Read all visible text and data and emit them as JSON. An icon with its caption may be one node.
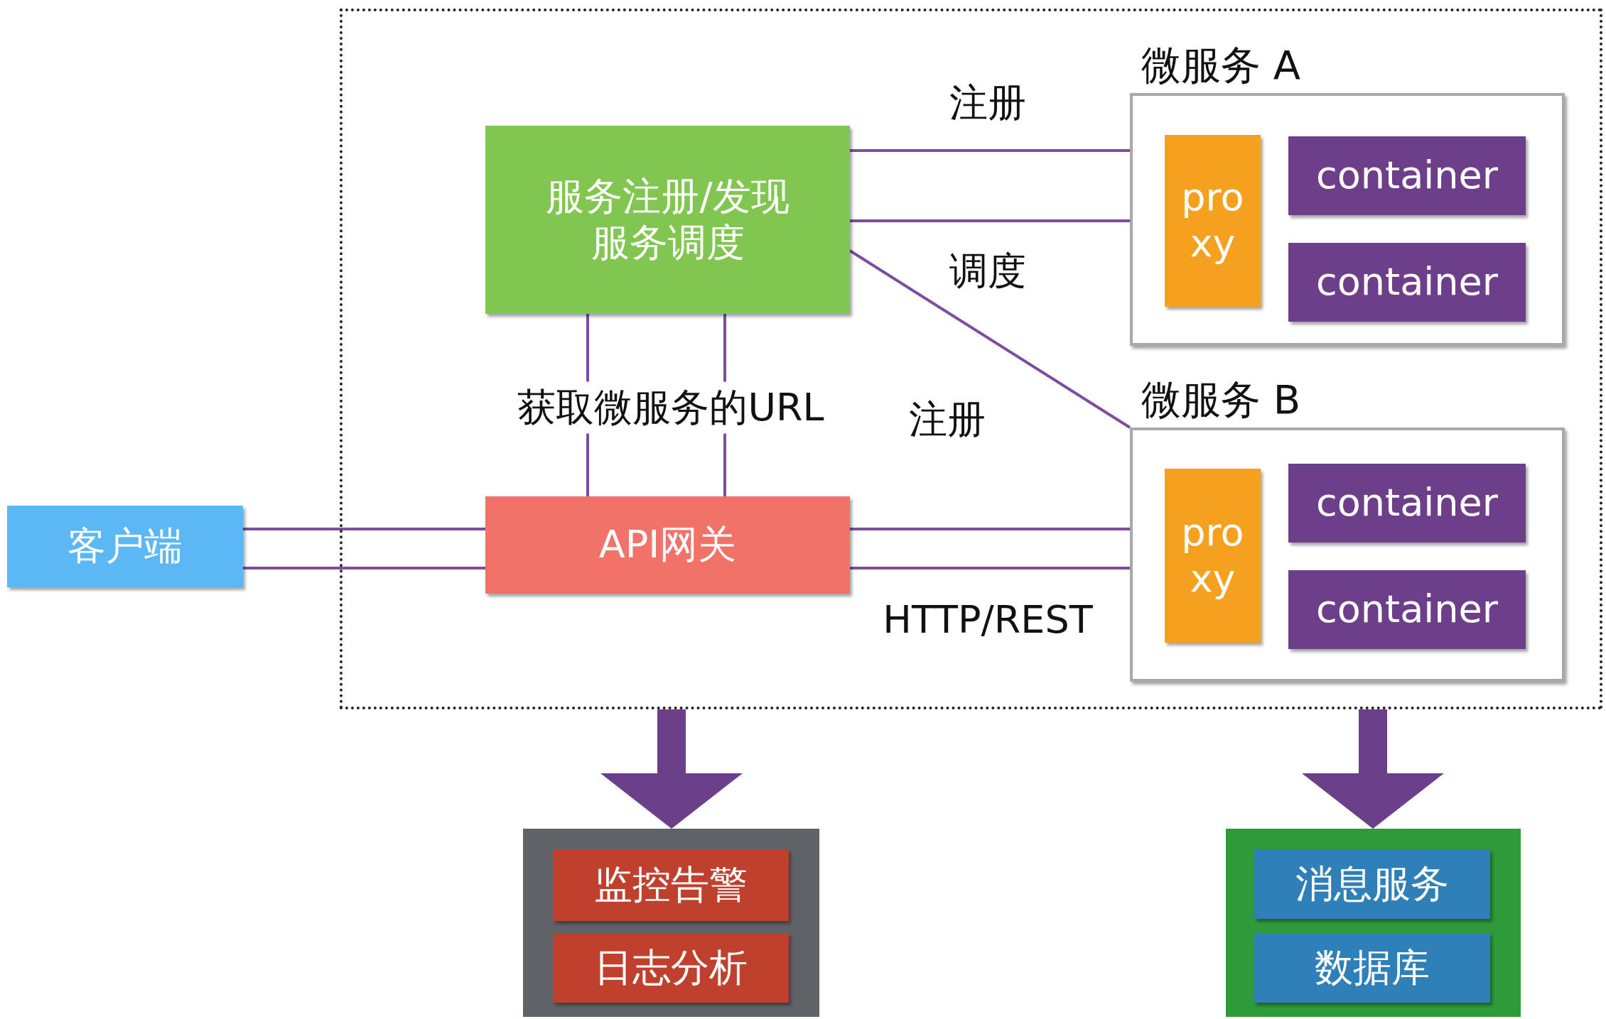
{
  "diagram": {
    "nodes": [
      {
        "text": [],
        "shape": "box"
      },
      {
        "text": [
          "服务注册/发现",
          "服务调度"
        ],
        "in": 0
      },
      {
        "text": [
          "API网关"
        ],
        "in": 0
      },
      {
        "text": [
          "微服务 A"
        ],
        "in": 0
      },
      {
        "text": [
          "pro xy"
        ],
        "in": 3
      },
      {
        "text": [
          "container"
        ],
        "in": 3
      },
      {
        "text": [
          "container"
        ],
        "in": 3
      },
      {
        "text": [
          "微服务 B"
        ],
        "in": 0
      },
      {
        "text": [
          "pro xy"
        ],
        "in": 7
      },
      {
        "text": [
          "container"
        ],
        "in": 7
      },
      {
        "text": [
          "container"
        ],
        "in": 7
      },
      {
        "text": [
          "客户端"
        ]
      },
      {
        "text": [],
        "shape": "box"
      },
      {
        "text": [
          "监控告警"
        ],
        "in": 12
      },
      {
        "text": [
          "日志分析"
        ],
        "in": 12
      },
      {
        "text": [],
        "shape": "box"
      },
      {
        "text": [
          "消息服务"
        ],
        "in": 15
      },
      {
        "text": [
          "数据库"
        ],
        "in": 15
      }
    ],
    "edges": [
      {
        "from": 11,
        "to": 2,
        "arrow": "none"
      },
      {
        "from": 11,
        "to": 2,
        "arrow": "none"
      },
      {
        "from": 2,
        "to": 1,
        "arrow": "none",
        "label": "获取微服务的URL"
      },
      {
        "from": 2,
        "to": 1,
        "arrow": "none"
      },
      {
        "from": 1,
        "to": 3,
        "arrow": "none",
        "label": "注册"
      },
      {
        "from": 1,
        "to": 3,
        "arrow": "none",
        "label": "调度"
      },
      {
        "from": 1,
        "to": 7,
        "arrow": "none",
        "label": "注册"
      },
      {
        "from": 2,
        "to": 8,
        "arrow": "none"
      },
      {
        "from": 2,
        "to": 8,
        "arrow": "none",
        "label": "HTTP/REST"
      },
      {
        "from": 0,
        "to": 12,
        "arrow": "to",
        "style": "thick"
      },
      {
        "from": 0,
        "to": 15,
        "arrow": "to",
        "style": "thick"
      }
    ]
  }
}
